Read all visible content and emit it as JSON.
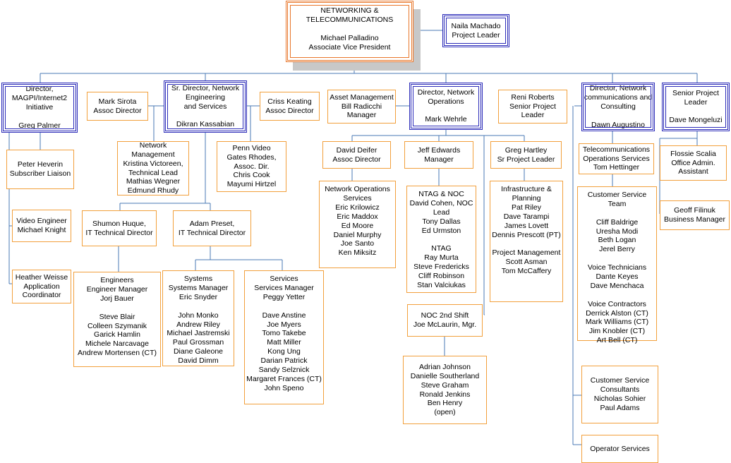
{
  "colors": {
    "orange": "#f2a03c",
    "blue": "#2b2bb8",
    "connector": "#4a7ab5",
    "shadow": "#c8c8c8"
  },
  "boxes": {
    "top": [
      "NETWORKING &",
      "TELECOMMUNICATIONS",
      "",
      "Michael Palladino",
      "Associate Vice President"
    ],
    "naila": [
      "Naila Machado",
      "Project Leader"
    ],
    "magpi": [
      "Director,",
      "MAGPI/Internet2",
      "Initiative",
      "",
      "Greg Palmer"
    ],
    "heverin": [
      "Peter Heverin",
      "Subscriber Liaison"
    ],
    "video_eng": [
      "Video Engineer",
      "Michael Knight"
    ],
    "weisse": [
      "Heather Weisse",
      "Application",
      "Coordinator"
    ],
    "sirota": [
      "Mark Sirota",
      "Assoc Director"
    ],
    "sr_dir": [
      "Sr. Director, Network",
      "Engineering",
      "and Services",
      "",
      "Dikran Kassabian"
    ],
    "keating": [
      "Criss Keating",
      "Assoc Director"
    ],
    "netmgmt": [
      "Network",
      "Management",
      "Kristina Victoreen,",
      "Technical Lead",
      "Mathias Wegner",
      "Edmund Rhudy"
    ],
    "pennvideo": [
      "Penn Video",
      "Gates Rhodes,",
      "Assoc. Dir.",
      "Chris Cook",
      "Mayumi Hirtzel"
    ],
    "huque": [
      "Shumon Huque,",
      "IT Technical Director"
    ],
    "preset": [
      "Adam Preset,",
      "IT Technical Director"
    ],
    "engineers": [
      "Engineers",
      "Engineer Manager",
      "Jorj Bauer",
      "",
      "Steve Blair",
      "Colleen Szymanik",
      "Garick Hamlin",
      "Michele Narcavage",
      "Andrew Mortensen (CT)"
    ],
    "systems": [
      "Systems",
      "Systems Manager",
      "Eric Snyder",
      "",
      "John Monko",
      "Andrew Riley",
      "Michael Jastremski",
      "Paul Grossman",
      "Diane Galeone",
      "David Dimm"
    ],
    "services": [
      "Services",
      "Services Manager",
      "Peggy Yetter",
      "",
      "Dave Anstine",
      "Joe Myers",
      "Tomo Takebe",
      "Matt Miller",
      "Kong Ung",
      "Darian Patrick",
      "Sandy Selznick",
      "Margaret Frances (CT)",
      "John Speno"
    ],
    "asset": [
      "Asset Management",
      "Bill Radicchi",
      "Manager"
    ],
    "netops_dir": [
      "Director, Network",
      "Operations",
      "",
      "Mark Wehrle"
    ],
    "deifer": [
      "David Deifer",
      "Assoc Director"
    ],
    "nos": [
      "Network Operations",
      "Services",
      "Eric Krilowicz",
      "Eric Maddox",
      "Ed Moore",
      "Daniel Murphy",
      "Joe Santo",
      "Ken Miksitz"
    ],
    "edwards": [
      "Jeff Edwards",
      "Manager"
    ],
    "ntag": [
      "NTAG & NOC",
      "David Cohen, NOC",
      "Lead",
      "Tony Dallas",
      "Ed Urmston",
      "",
      "NTAG",
      "Ray Murta",
      "Steve Fredericks",
      "Cliff Robinson",
      "Stan Valciukas"
    ],
    "noc2": [
      "NOC 2nd Shift",
      "Joe McLaurin, Mgr."
    ],
    "adrian": [
      "Adrian Johnson",
      "Danielle Southerland",
      "Steve Graham",
      "Ronald Jenkins",
      "Ben Henry",
      "(open)"
    ],
    "hartley": [
      "Greg Hartley",
      "Sr Project Leader"
    ],
    "infra": [
      "Infrastructure &",
      "Planning",
      "Pat Riley",
      "Dave Tarampi",
      "James Lovett",
      "Dennis Prescott (PT)",
      "",
      "Project Management",
      "Scott Asman",
      "Tom McCaffery"
    ],
    "roberts": [
      "Reni Roberts",
      "Senior Project",
      "Leader"
    ],
    "netcomm": [
      "Director, Network",
      "communications and",
      "Consulting",
      "",
      "Dawn Augustino"
    ],
    "telecom": [
      "Telecommunications",
      "Operations Services",
      "Tom Hettinger"
    ],
    "cst": [
      "Customer Service",
      "Team",
      "",
      "Cliff Baldrige",
      "Uresha Modi",
      "Beth Logan",
      "Jerel Berry",
      "",
      "Voice Technicians",
      "Dante Keyes",
      "Dave Menchaca",
      "",
      "Voice Contractors",
      "Derrick Alston (CT)",
      "Mark Williams (CT)",
      "Jim Knobler (CT)",
      "Art Bell (CT)"
    ],
    "csc": [
      "Customer Service",
      "Consultants",
      "Nicholas Sohier",
      "Paul Adams"
    ],
    "operator": [
      "Operator Services"
    ],
    "mongeluzi": [
      "Senior Project",
      "Leader",
      "",
      "Dave Mongeluzi"
    ],
    "scalia": [
      "Flossie Scalia",
      "Office Admin.",
      "Assistant"
    ],
    "filinuk": [
      "Geoff Filinuk",
      "Business Manager"
    ]
  }
}
